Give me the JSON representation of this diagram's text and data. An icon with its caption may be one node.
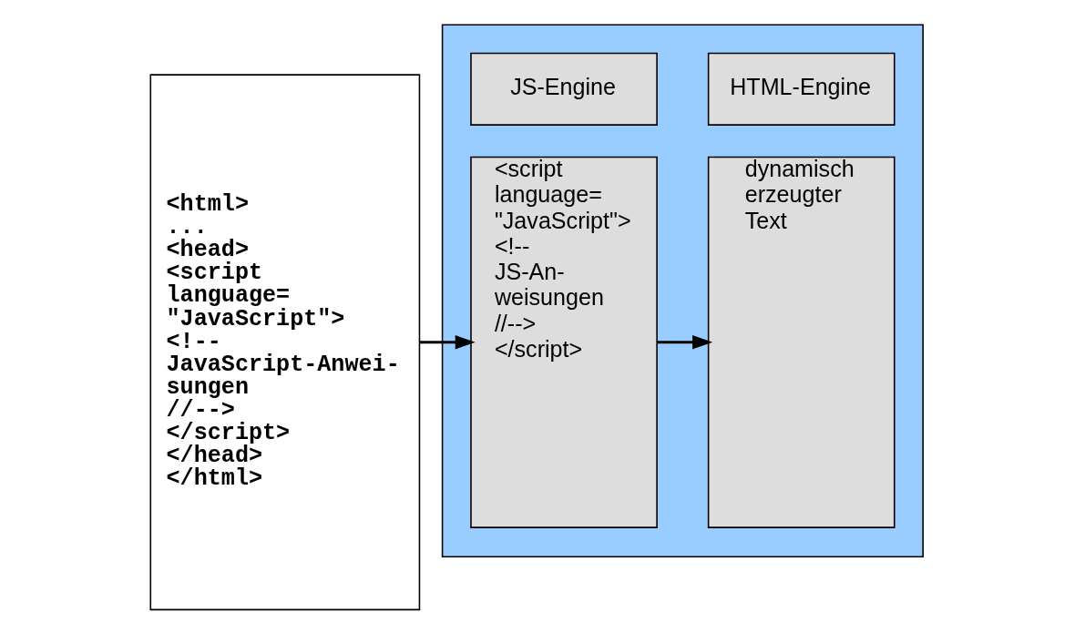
{
  "diagram": {
    "nodes": [
      {
        "text": [
          "<html>",
          "...",
          "<head>",
          "<script",
          "language=",
          "\"JavaScript\">",
          "<!--",
          "JavaScript-Anwei-",
          "sungen",
          "//-->",
          "</script>",
          "</head>",
          "</html>"
        ]
      },
      {
        "text": [],
        "shape": "box"
      },
      {
        "text": [
          "JS-Engine"
        ],
        "in": 1
      },
      {
        "text": [
          "HTML-Engine"
        ],
        "in": 1
      },
      {
        "text": [
          "<script",
          "language=",
          "\"JavaScript\">",
          "<!--",
          "JS-An-",
          "weisungen",
          "//-->",
          "</script>"
        ],
        "in": 1
      },
      {
        "text": [
          "dynamisch erzeugter Text"
        ],
        "in": 1
      }
    ],
    "edges": [
      {
        "from": 0,
        "to": 4,
        "arrow": "to"
      },
      {
        "from": 4,
        "to": 5,
        "arrow": "to"
      }
    ]
  }
}
